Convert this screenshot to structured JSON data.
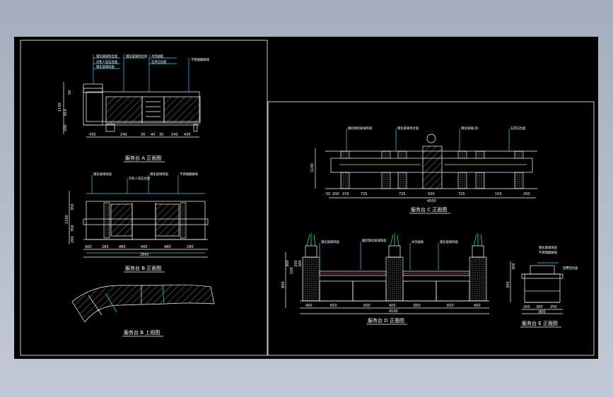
{
  "drawing": {
    "views": [
      {
        "id": "v1",
        "title": "服务台 A 正面图",
        "dims_bottom": [
          "430",
          "240",
          "30",
          "40",
          "30",
          "240",
          "430"
        ],
        "dims_side": [
          "1100",
          "810",
          "50",
          "200"
        ],
        "notes": [
          "钢化玻璃饰台面",
          "白色人造石台面",
          "钢化玻璃饰面",
          "钢化玻璃饰台面",
          "木饰面板",
          "石英石台面",
          "不锈钢踢脚线"
        ]
      },
      {
        "id": "v2",
        "title": "服务台 B 正面图",
        "dims_bottom": [
          "400",
          "280",
          "480",
          "400",
          "480",
          "280"
        ],
        "overall": "2860",
        "dims_side": [
          "1100",
          "350",
          "350",
          "200"
        ],
        "notes": [
          "钢化玻璃饰面",
          "白色人造石台面",
          "钢化玻璃饰面",
          "不锈钢踢脚线"
        ]
      },
      {
        "id": "v3",
        "title": "服务台 B 上视图"
      },
      {
        "id": "v4",
        "title": "服务台 C 正面图",
        "dims_bottom": [
          "50",
          "200",
          "150",
          "725",
          "725",
          "500",
          "725",
          "150",
          "200"
        ],
        "overall": "4500",
        "dims_side": [
          "1100"
        ],
        "notes": [
          "磨砂钢化玻璃饰面",
          "钢化玻璃饰台面",
          "钢化玻璃(双)",
          "石英石台面"
        ]
      },
      {
        "id": "v5",
        "title": "服务台 D 正面图",
        "dims_bottom": [
          "400",
          "650",
          "650",
          "400",
          "650",
          "650",
          "400"
        ],
        "overall": "4100",
        "dims_side": [
          "300",
          "100",
          "200",
          "300",
          "800"
        ],
        "notes": [
          "钢化玻璃饰面",
          "磨砂钢化玻璃饰面",
          "木饰面板",
          "钢化玻璃饰面"
        ]
      },
      {
        "id": "v6",
        "title": "服务台 E 正面图",
        "dims_bottom": [
          "250",
          "300",
          "250"
        ],
        "overall": "800",
        "dims_side": [
          "300",
          "300"
        ],
        "notes": [
          "钢化玻璃饰面",
          "不锈钢踢脚线",
          "石英石台面"
        ]
      }
    ]
  }
}
